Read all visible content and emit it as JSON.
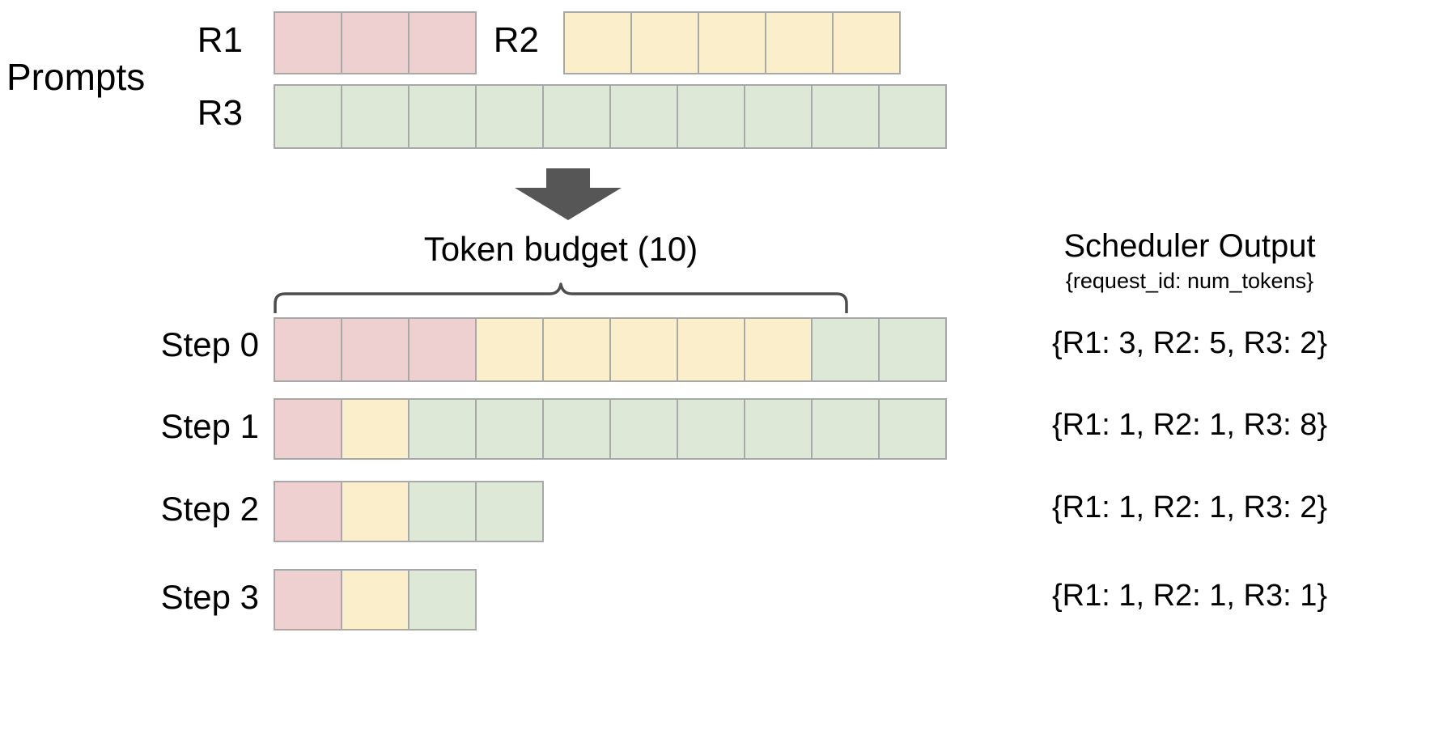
{
  "diagram": {
    "title_token_budget": "Token  budget (10)",
    "prompts_label": "Prompts",
    "arrow_icon": "down-arrow-icon",
    "brace_icon": "curly-brace-icon",
    "token_budget_value": 10
  },
  "colors": {
    "pink": "#eed0d0",
    "yellow": "#fbeecb",
    "green": "#dde8d7",
    "cell_border": "#a8a8a8",
    "arrow": "#565656",
    "brace": "#4d4d4d",
    "text": "#000000"
  },
  "prompts": {
    "rows": [
      {
        "id": "R1",
        "label": "R1",
        "tokens": 3,
        "color": "pink"
      },
      {
        "id": "R2",
        "label": "R2",
        "tokens": 5,
        "color": "yellow"
      },
      {
        "id": "R3",
        "label": "R3",
        "tokens": 10,
        "color": "green"
      }
    ]
  },
  "scheduler": {
    "title": "Scheduler Output",
    "subtitle": "{request_id: num_tokens}",
    "steps": [
      {
        "label": "Step 0",
        "output": "{R1: 3, R2: 5, R3: 2}",
        "segments": [
          {
            "request": "R1",
            "color": "pink",
            "count": 3
          },
          {
            "request": "R2",
            "color": "yellow",
            "count": 5
          },
          {
            "request": "R3",
            "color": "green",
            "count": 2
          }
        ]
      },
      {
        "label": "Step 1",
        "output": "{R1: 1, R2: 1, R3: 8}",
        "segments": [
          {
            "request": "R1",
            "color": "pink",
            "count": 1
          },
          {
            "request": "R2",
            "color": "yellow",
            "count": 1
          },
          {
            "request": "R3",
            "color": "green",
            "count": 8
          }
        ]
      },
      {
        "label": "Step 2",
        "output": "{R1: 1, R2: 1, R3: 2}",
        "segments": [
          {
            "request": "R1",
            "color": "pink",
            "count": 1
          },
          {
            "request": "R2",
            "color": "yellow",
            "count": 1
          },
          {
            "request": "R3",
            "color": "green",
            "count": 2
          }
        ]
      },
      {
        "label": "Step 3",
        "output": "{R1: 1, R2: 1, R3: 1}",
        "segments": [
          {
            "request": "R1",
            "color": "pink",
            "count": 1
          },
          {
            "request": "R2",
            "color": "yellow",
            "count": 1
          },
          {
            "request": "R3",
            "color": "green",
            "count": 1
          }
        ]
      }
    ]
  }
}
